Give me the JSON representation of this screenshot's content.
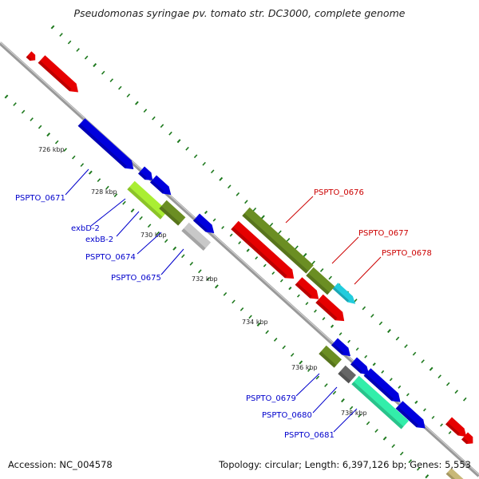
{
  "title": "Pseudomonas syringae pv. tomato str. DC3000, complete genome",
  "footer": {
    "accession": "Accession: NC_004578",
    "summary": "Topology: circular; Length: 6,397,126 bp; Genes: 5,553"
  },
  "colors": {
    "backbone": "#888888",
    "tick": "#1f7a1f",
    "forward_label": "#0000cc",
    "reverse_label": "#cc0000"
  },
  "ticks": [
    "726 kbp",
    "728 kbp",
    "730 kbp",
    "732 kbp",
    "734 kbp",
    "736 kbp",
    "738 kbp"
  ],
  "labels": {
    "left": [
      "PSPTO_0671",
      "exbD-2",
      "exbB-2",
      "PSPTO_0674",
      "PSPTO_0675"
    ],
    "right": [
      "PSPTO_0676",
      "PSPTO_0677",
      "PSPTO_0678"
    ],
    "bottom": [
      "PSPTO_0679",
      "PSPTO_0680",
      "PSPTO_0681"
    ]
  },
  "genes": [
    {
      "id": "a",
      "color": "#e60000"
    },
    {
      "id": "b",
      "color": "#e60000"
    },
    {
      "id": "0671",
      "color": "#0000dd"
    },
    {
      "id": "exbD",
      "color": "#0000dd"
    },
    {
      "id": "exbB",
      "color": "#0000dd"
    },
    {
      "id": "0674",
      "color": "#aaee33"
    },
    {
      "id": "0674b",
      "color": "#6b8e23"
    },
    {
      "id": "0675",
      "color": "#c8c8c8"
    },
    {
      "id": "0675b",
      "color": "#0000dd"
    },
    {
      "id": "0676",
      "color": "#6b8e23"
    },
    {
      "id": "0676r",
      "color": "#e60000"
    },
    {
      "id": "0677",
      "color": "#6b8e23"
    },
    {
      "id": "0677r",
      "color": "#e60000"
    },
    {
      "id": "0678",
      "color": "#22ccdd"
    },
    {
      "id": "0678r",
      "color": "#e60000"
    },
    {
      "id": "0679",
      "color": "#6b8e23"
    },
    {
      "id": "0679b",
      "color": "#0000dd"
    },
    {
      "id": "0680",
      "color": "#666666"
    },
    {
      "id": "0680b",
      "color": "#0000dd"
    },
    {
      "id": "0681",
      "color": "#33eeaa"
    },
    {
      "id": "0681b",
      "color": "#0000dd"
    },
    {
      "id": "0681c",
      "color": "#0000dd"
    },
    {
      "id": "end1",
      "color": "#e60000"
    },
    {
      "id": "end2",
      "color": "#e60000"
    },
    {
      "id": "end3",
      "color": "#c8b878"
    }
  ]
}
